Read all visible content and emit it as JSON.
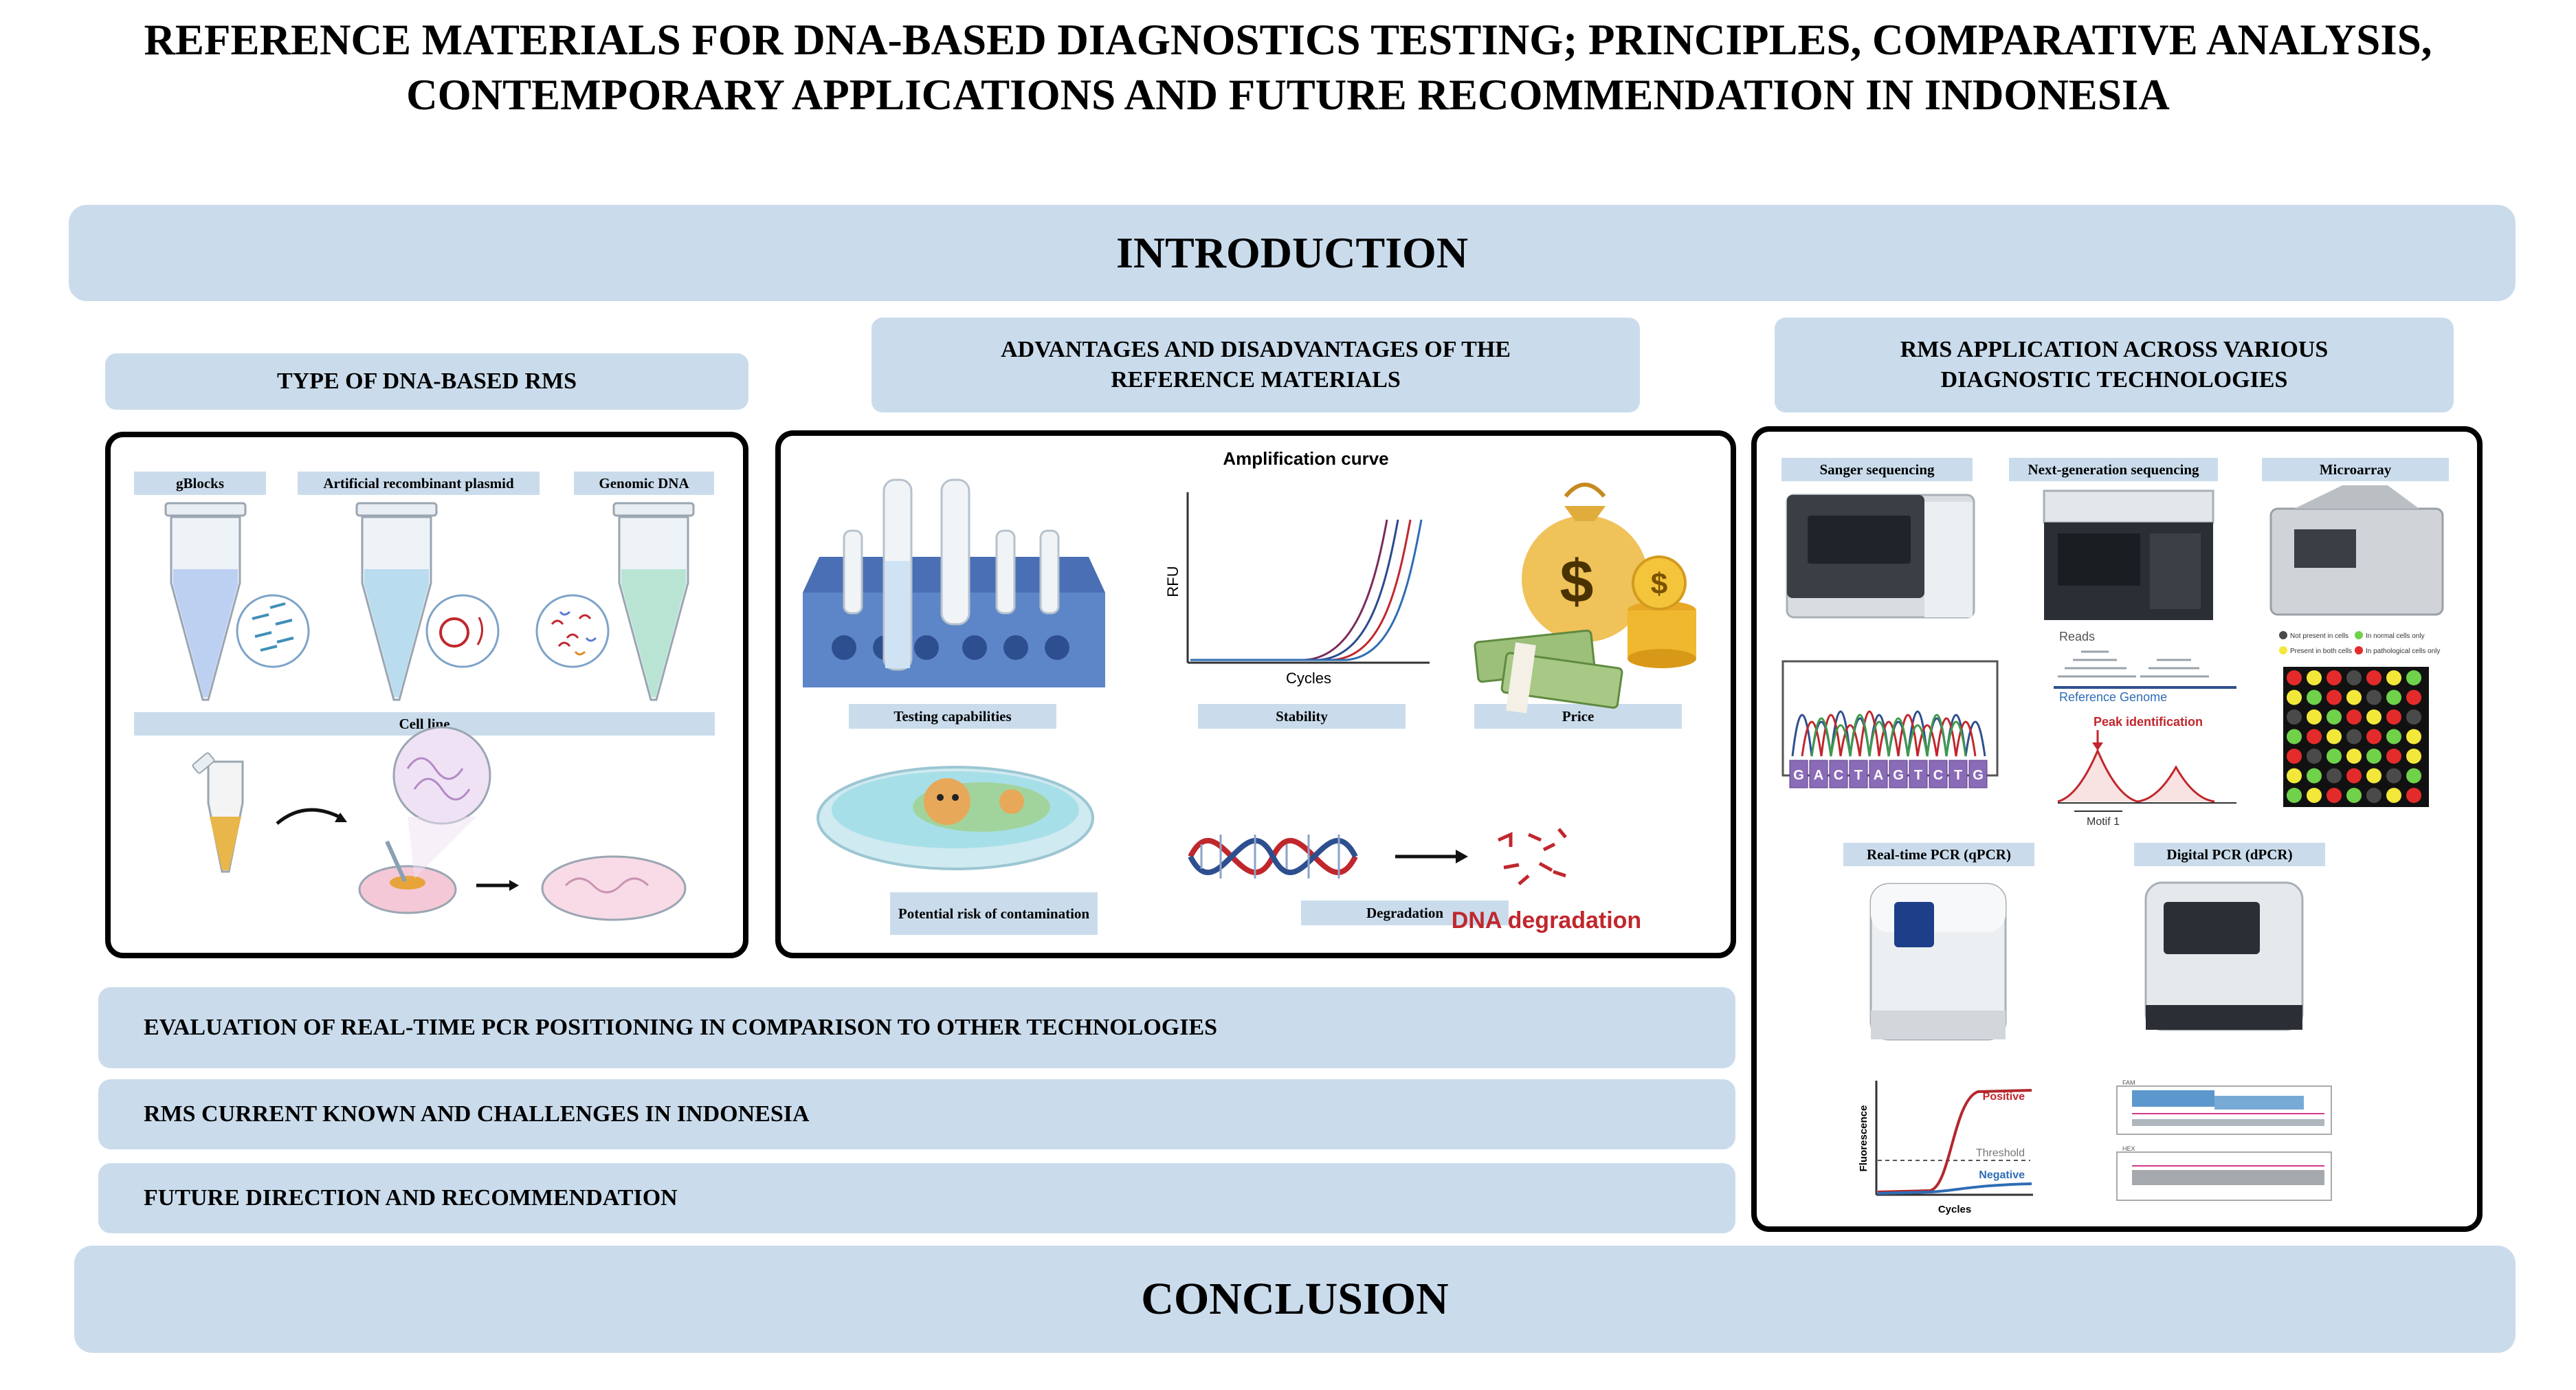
{
  "title": {
    "line1": "REFERENCE MATERIALS FOR DNA-BASED DIAGNOSTICS TESTING; PRINCIPLES, COMPARATIVE ANALYSIS,",
    "line2": "CONTEMPORARY APPLICATIONS AND FUTURE RECOMMENDATION IN INDONESIA"
  },
  "introduction": "INTRODUCTION",
  "conclusion": "CONCLUSION",
  "section_types": {
    "header": "TYPE OF DNA-BASED RMS",
    "labels": {
      "gblocks": "gBlocks",
      "plasmid": "Artificial recombinant plasmid",
      "genomic": "Genomic DNA",
      "cell_line": "Cell line"
    }
  },
  "section_adv": {
    "header_line1": "ADVANTAGES AND DISADVANTAGES OF THE",
    "header_line2": "REFERENCE MATERIALS",
    "amp_title": "Amplification curve",
    "amp_ylabel": "RFU",
    "amp_xlabel": "Cycles",
    "labels": {
      "testing": "Testing capabilities",
      "stability": "Stability",
      "price": "Price",
      "contamination": "Potential risk of contamination",
      "degradation": "Degradation"
    },
    "dna_degradation": "DNA degradation"
  },
  "section_app": {
    "header_line1": "RMS APPLICATION ACROSS VARIOUS",
    "header_line2": "DIAGNOSTIC TECHNOLOGIES",
    "labels": {
      "sanger": "Sanger sequencing",
      "ngs": "Next-generation sequencing",
      "microarray": "Microarray",
      "qpcr": "Real-time PCR (qPCR)",
      "dpcr": "Digital PCR (dPCR)"
    },
    "ngs_reads": "Reads",
    "ngs_reference": "Reference Genome",
    "ngs_peak": "Peak identification",
    "ngs_motif": "Motif 1",
    "sanger_bases": [
      "G",
      "A",
      "C",
      "T",
      "A",
      "G",
      "T",
      "C",
      "T",
      "G"
    ],
    "microarray_legend": [
      "Not present in cells",
      "In normal cells only",
      "Present in both cells",
      "In pathological cells only"
    ],
    "qpcr_positive": "Positive",
    "qpcr_threshold": "Threshold",
    "qpcr_negative": "Negative",
    "qpcr_ylabel": "Fluorescence",
    "qpcr_xlabel": "Cycles",
    "dpcr_ch1": "FAM",
    "dpcr_ch2": "HEX"
  },
  "rows": {
    "evaluation": "EVALUATION OF REAL-TIME PCR POSITIONING IN COMPARISON TO OTHER TECHNOLOGIES",
    "current": "RMS CURRENT KNOWN AND CHALLENGES IN INDONESIA",
    "future": "FUTURE DIRECTION AND RECOMMENDATION"
  },
  "colors": {
    "band": "#cadcec",
    "accent_red": "#c0272d",
    "accent_blue": "#2e6db4"
  }
}
